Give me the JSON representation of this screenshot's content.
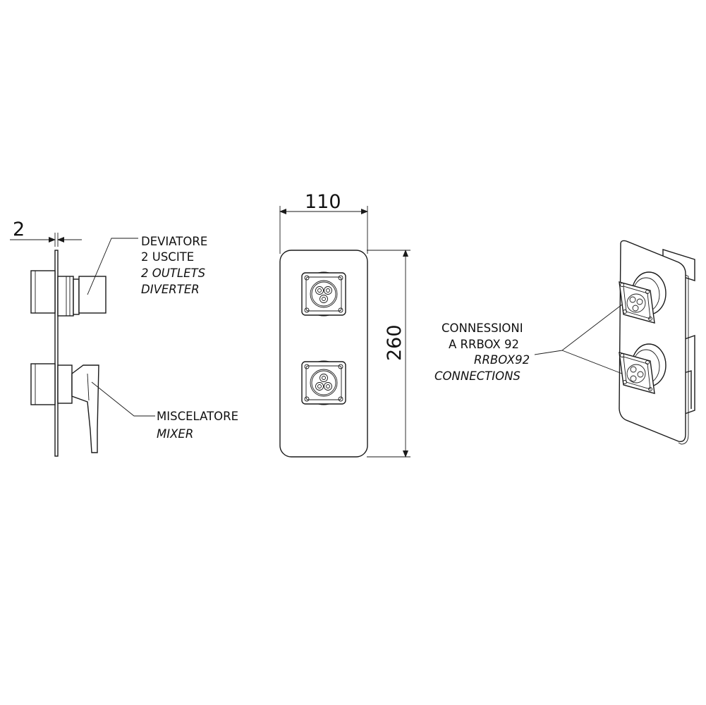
{
  "dimensions": {
    "thickness": "2",
    "width": "110",
    "height": "260"
  },
  "labels": {
    "diverter": [
      "DEVIATORE",
      "2 USCITE",
      "2 OUTLETS",
      "DIVERTER"
    ],
    "mixer": [
      "MISCELATORE",
      "MIXER"
    ],
    "connections": [
      "CONNESSIONI",
      "A RRBOX 92",
      "RRBOX92",
      "CONNECTIONS"
    ]
  }
}
